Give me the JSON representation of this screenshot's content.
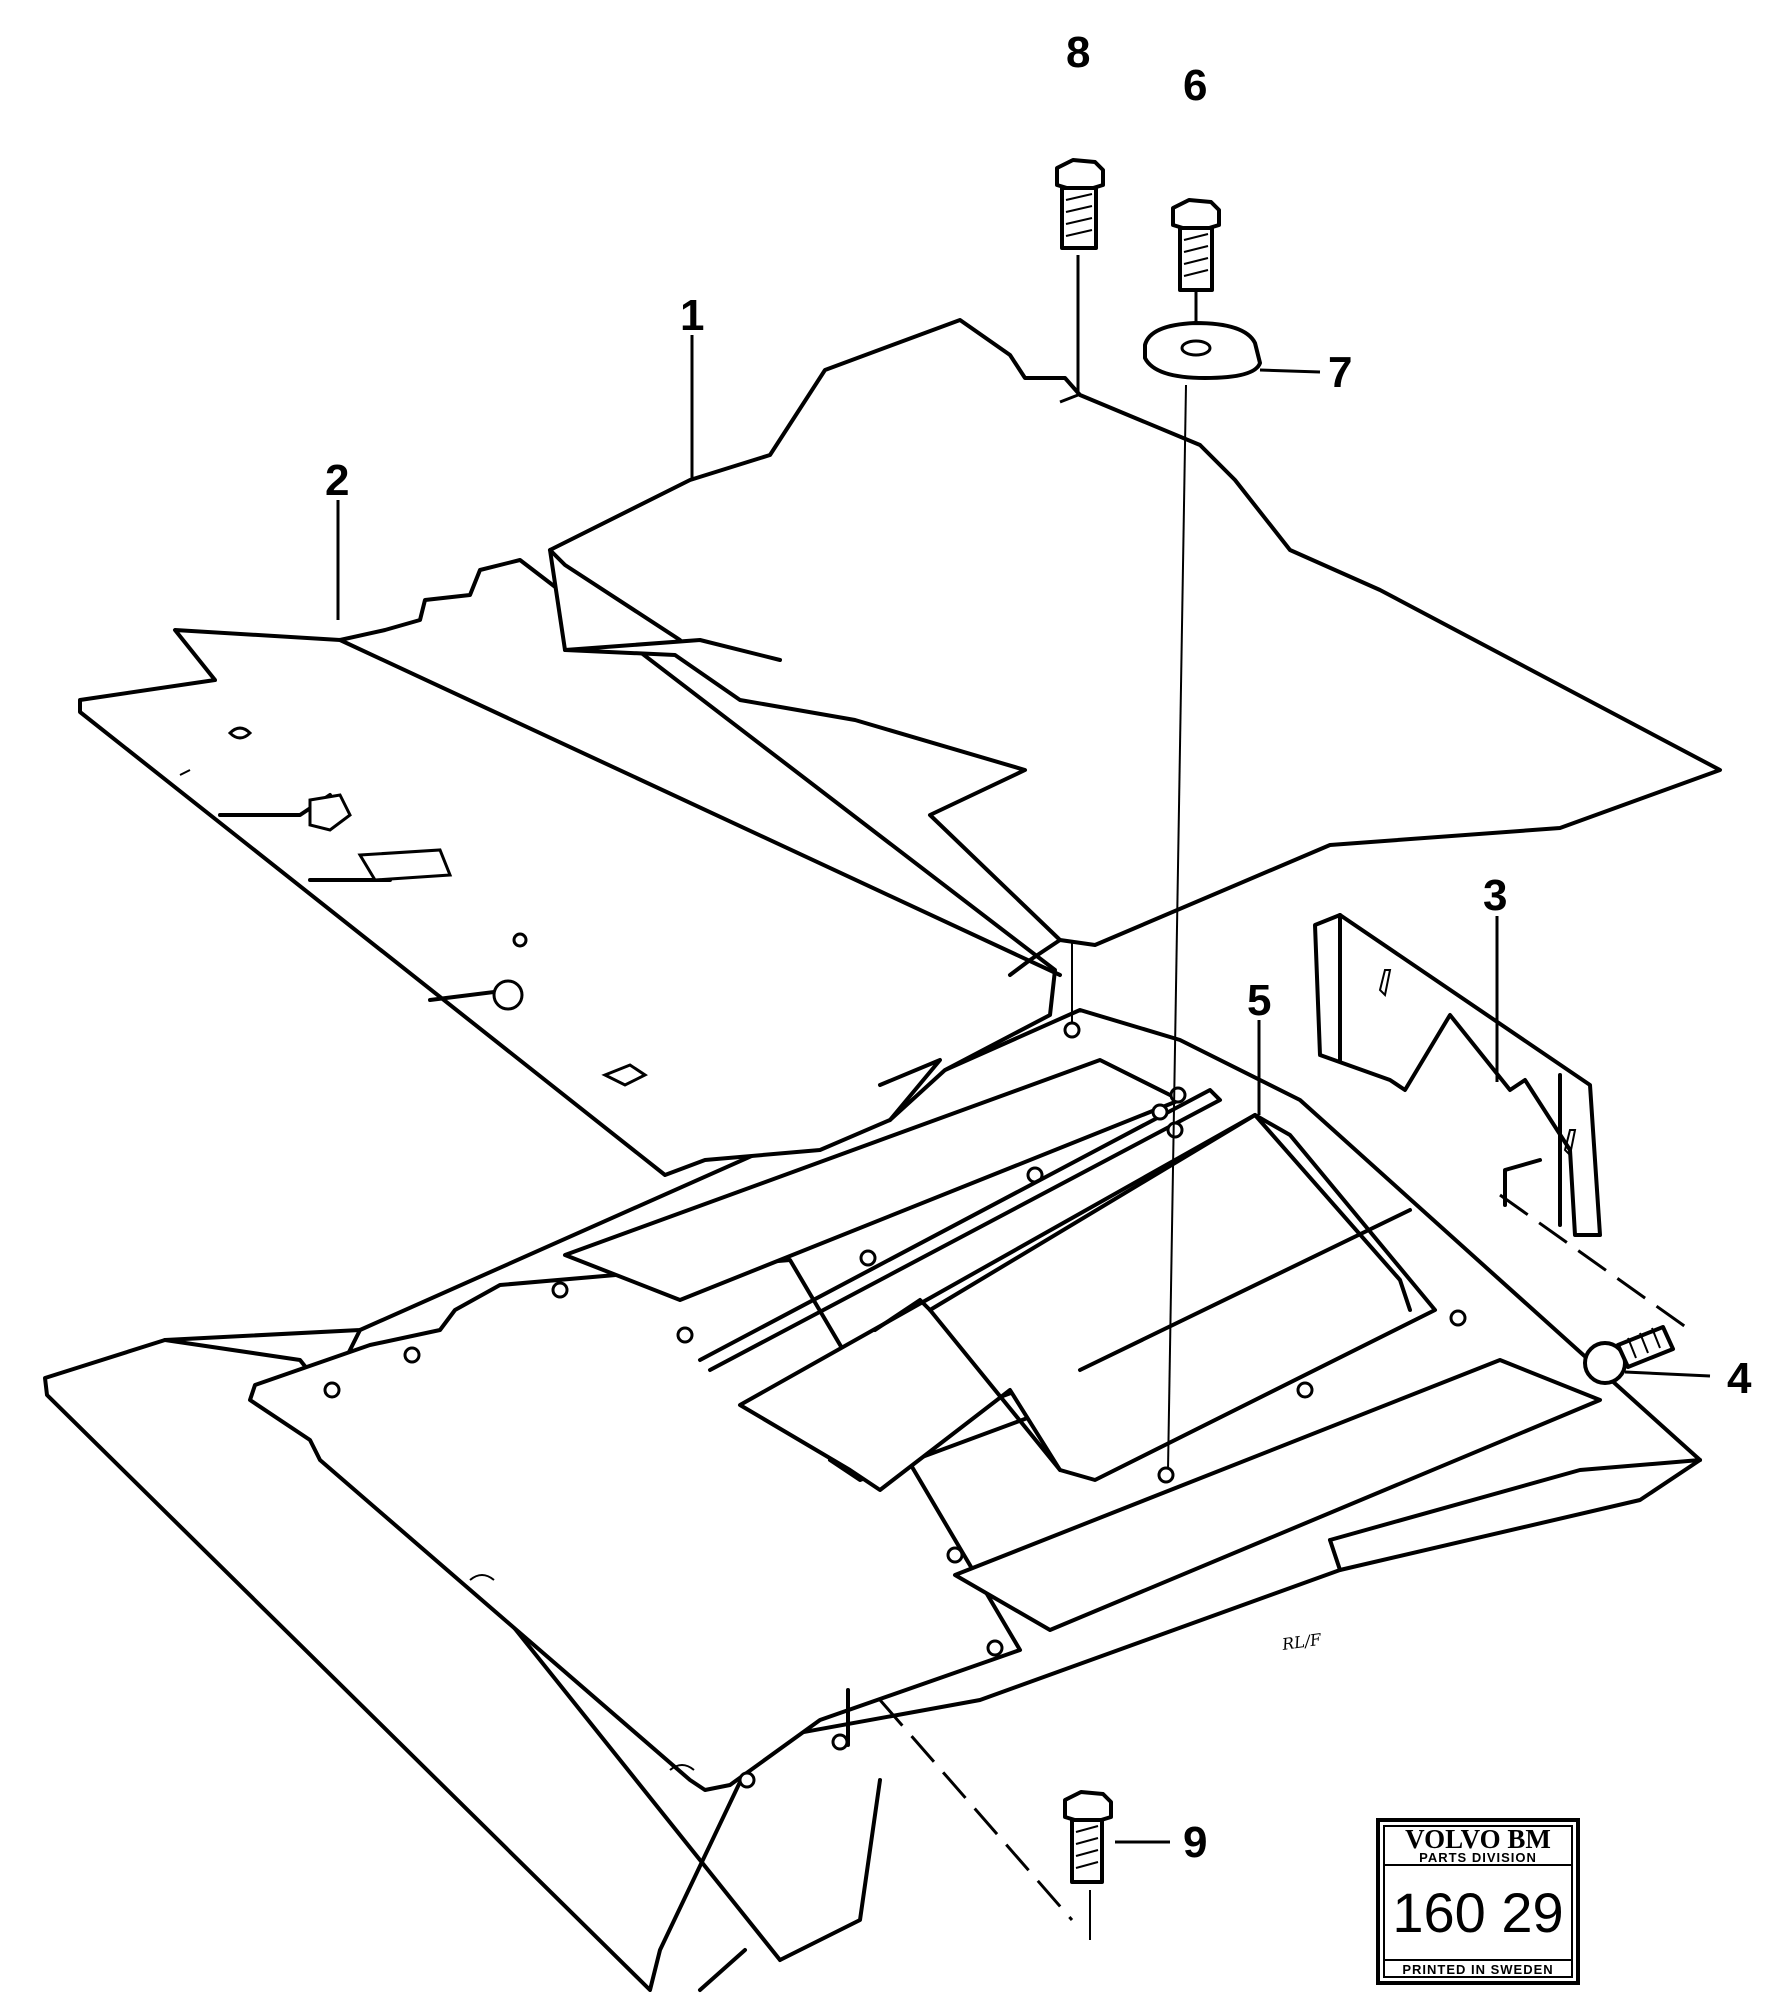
{
  "callouts": {
    "c1": "1",
    "c2": "2",
    "c3": "3",
    "c4": "4",
    "c5": "5",
    "c6": "6",
    "c7": "7",
    "c8": "8",
    "c9": "9"
  },
  "stamp": {
    "brand": "VOLVO BM",
    "division": "PARTS DIVISION",
    "number": "160 29",
    "printed": "PRINTED IN SWEDEN"
  },
  "drafter_initials": "RL/F"
}
